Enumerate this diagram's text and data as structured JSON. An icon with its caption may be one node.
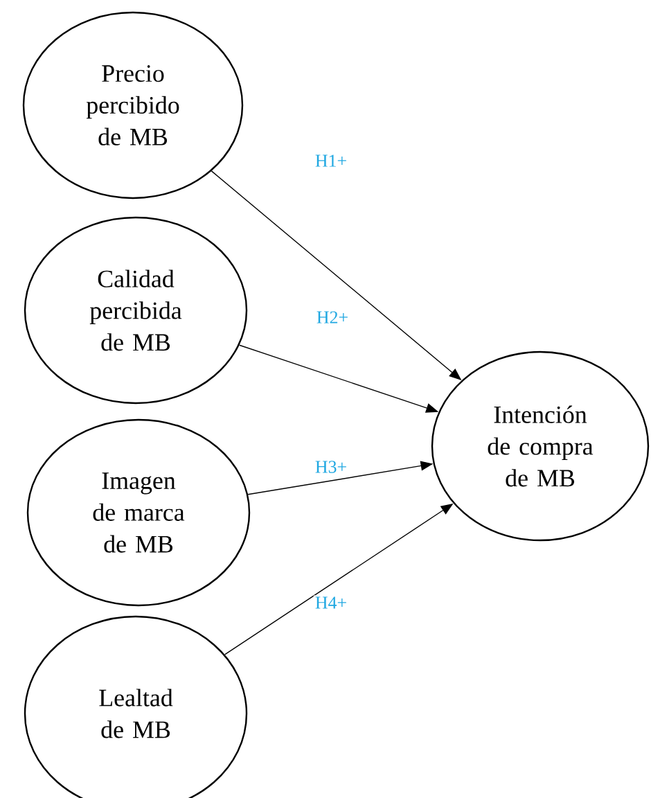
{
  "diagram": {
    "nodes": [
      {
        "text": [
          "Precio percibido de MB"
        ]
      },
      {
        "text": [
          "Calidad percibida de MB"
        ]
      },
      {
        "text": [
          "Imagen de marca de MB"
        ]
      },
      {
        "text": [
          "Lealtad de MB"
        ]
      },
      {
        "text": [
          "Intención de compra de MB"
        ]
      }
    ],
    "edges": [
      {
        "from": 0,
        "to": 4,
        "arrow": "to",
        "label": "H1+"
      },
      {
        "from": 1,
        "to": 4,
        "arrow": "to",
        "label": "H2+"
      },
      {
        "from": 2,
        "to": 4,
        "arrow": "to",
        "label": "H3+"
      },
      {
        "from": 3,
        "to": 4,
        "arrow": "to",
        "label": "H4+"
      }
    ]
  }
}
